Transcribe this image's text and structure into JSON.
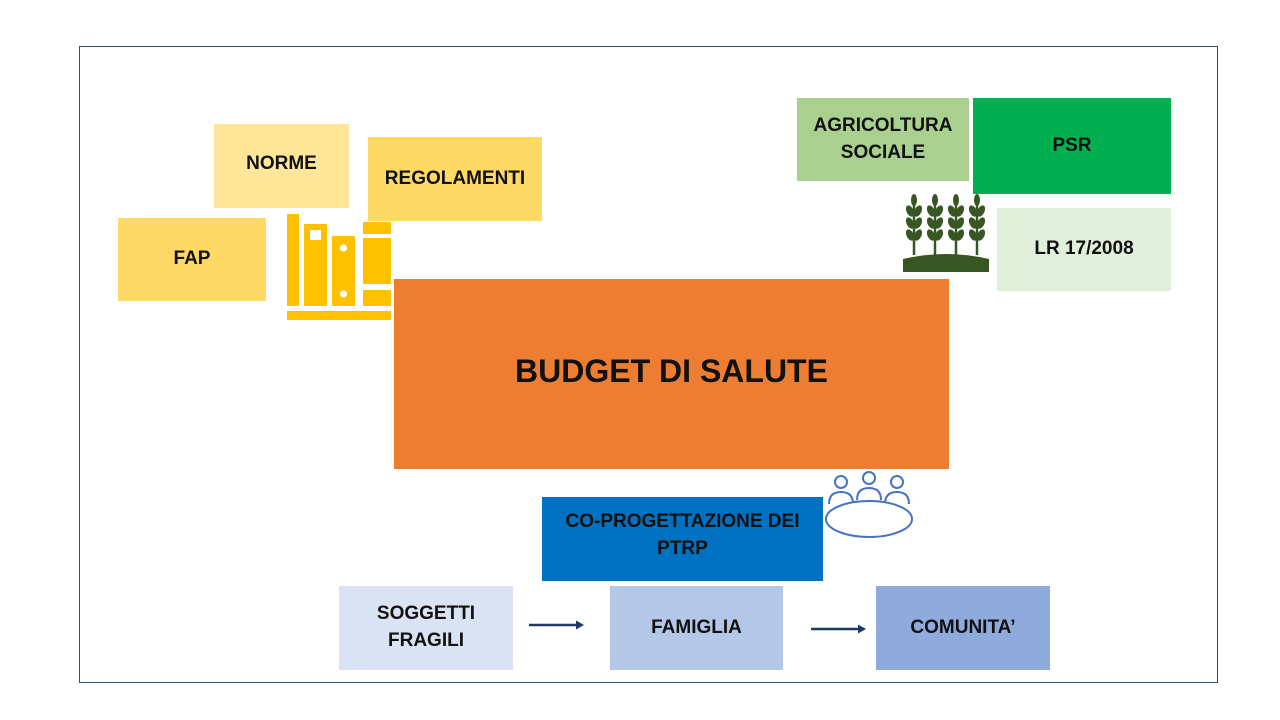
{
  "colors": {
    "frame_border": "#2f4f7a",
    "norme": "#ffe699",
    "regolamenti": "#ffd966",
    "fap": "#ffd966",
    "books_icon": "#ffc000",
    "agricoltura": "#a9d08e",
    "psr": "#00b050",
    "lr": "#e2efda",
    "wheat_icon": "#375623",
    "budget": "#ed7d31",
    "coprogettazione": "#0070c0",
    "meeting_icon": "#4472c4",
    "soggetti": "#dae3f3",
    "famiglia": "#b4c7e7",
    "comunita": "#8faadc",
    "arrow": "#1f3864"
  },
  "boxes": {
    "norme": "NORME",
    "regolamenti": "REGOLAMENTI",
    "fap": "FAP",
    "agricoltura_line1": "AGRICOLTURA",
    "agricoltura_line2": "SOCIALE",
    "psr": "PSR",
    "lr": "LR 17/2008",
    "budget": "BUDGET DI SALUTE",
    "coprogettazione_line1": "CO-PROGETTAZIONE DEI",
    "coprogettazione_line2": "PTRP",
    "soggetti_line1": "SOGGETTI",
    "soggetti_line2": "FRAGILI",
    "famiglia": "FAMIGLIA",
    "comunita": "COMUNITA’"
  },
  "icons": {
    "books": "books-icon",
    "wheat": "wheat-field-icon",
    "meeting": "meeting-table-icon",
    "arrow": "arrow-right-icon"
  }
}
